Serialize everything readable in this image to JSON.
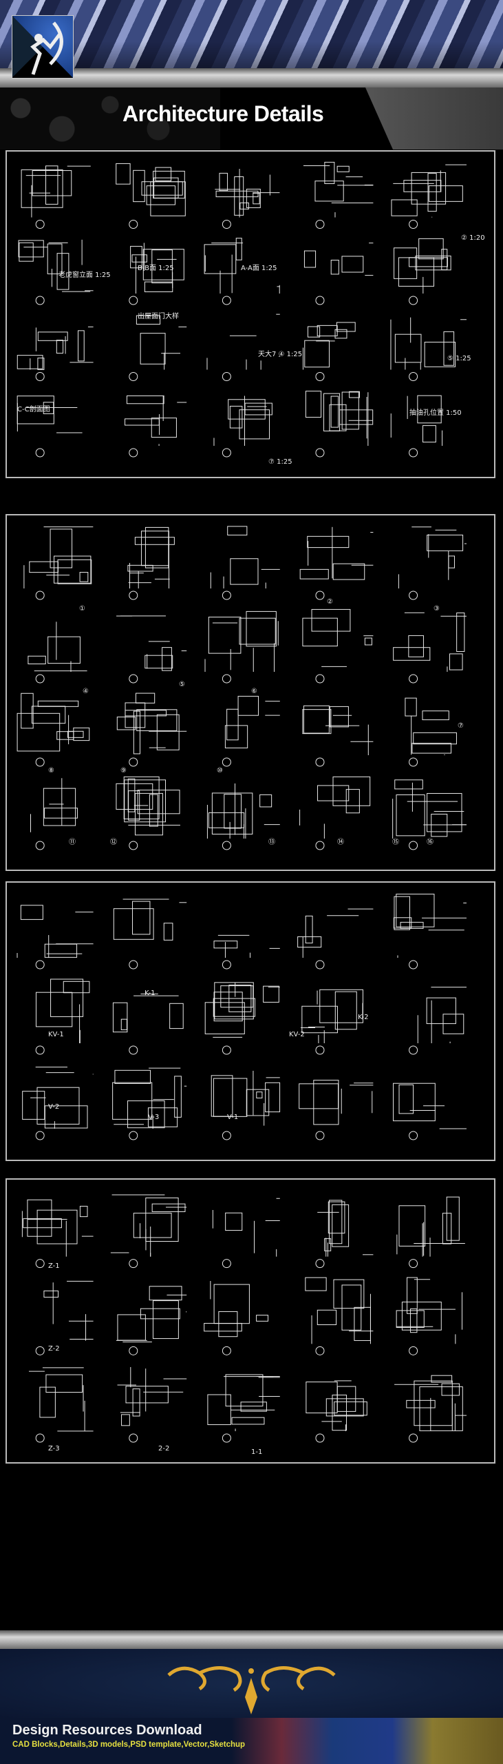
{
  "header": {
    "title": "Architecture Details"
  },
  "panels": [
    {
      "labels": [
        "老虎窗立面 1:25",
        "B-B面 1:25",
        "A-A面 1:25",
        "② 1:20",
        "C-C剖面图",
        "出屋面门大样",
        "天大7 ④ 1:25",
        "⑤ 1:25",
        "⑦ 1:25",
        "抽油孔位置 1:50"
      ]
    },
    {
      "labels": [
        "①",
        "②",
        "③",
        "④",
        "⑤",
        "⑥",
        "⑦",
        "⑧",
        "⑨",
        "⑩",
        "⑪",
        "⑫",
        "⑬",
        "⑭",
        "⑮",
        "⑯"
      ]
    },
    {
      "labels": [
        "KV-1",
        "K-1",
        "KV-2",
        "K-2",
        "V-2",
        "V-3",
        "V-1"
      ]
    },
    {
      "labels": [
        "Z-1",
        "Z-2",
        "Z-3",
        "1-1",
        "2-2"
      ]
    }
  ],
  "footer": {
    "title": "Design Resources Download",
    "subtitle": "CAD Blocks,Details,3D models,PSD template,Vector,Sketchup"
  },
  "colors": {
    "gold": "#e0a830",
    "subtitle": "#e6e040"
  }
}
